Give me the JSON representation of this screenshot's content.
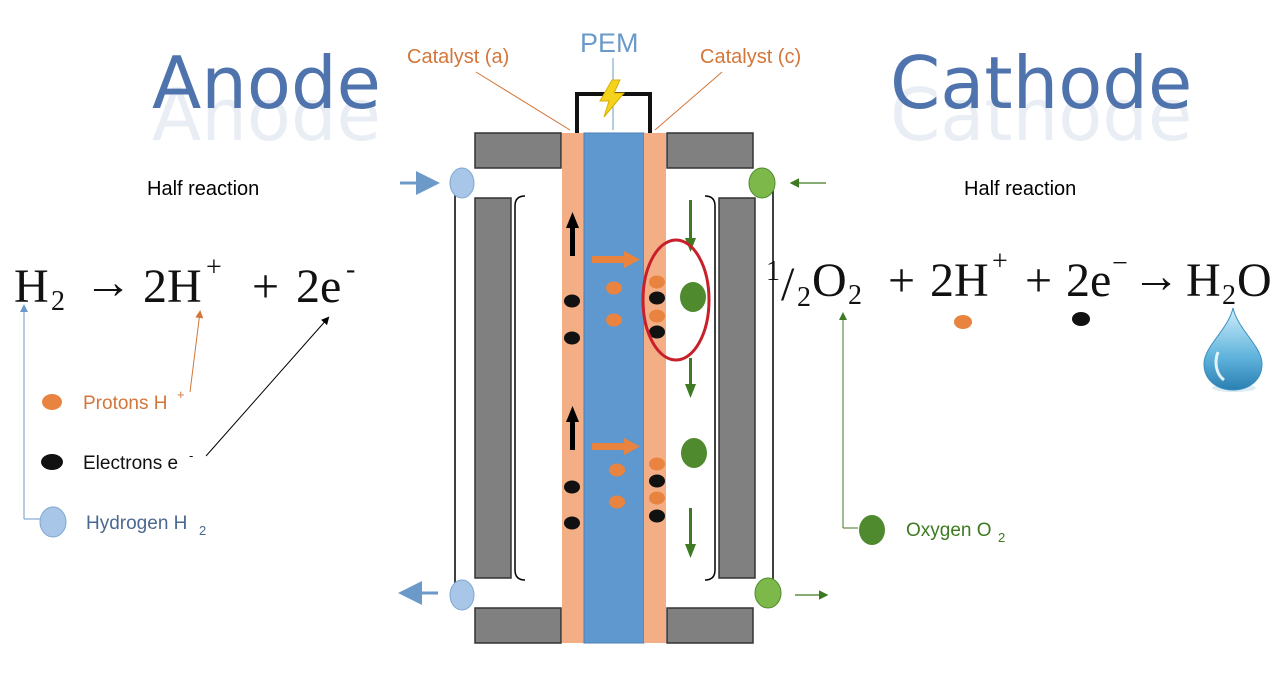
{
  "titles": {
    "anode": "Anode",
    "cathode": "Cathode"
  },
  "labels": {
    "pem": "PEM",
    "catalyst_a": "Catalyst (a)",
    "catalyst_c": "Catalyst (c)",
    "half_reaction_left": "Half reaction",
    "half_reaction_right": "Half reaction"
  },
  "anode_equation": {
    "h": "H",
    "h_sub": "2",
    "arrow": "→",
    "coef_h": "2H",
    "h_sup": "+",
    "plus": "+",
    "coef_e": "2e",
    "e_sup": "-"
  },
  "cathode_equation": {
    "frac_num": "1",
    "frac_slash": "/",
    "frac_den": "2",
    "o": "O",
    "o_sub": "2",
    "plus1": "+",
    "coef_h": "2H",
    "h_sup": "+",
    "plus2": "+",
    "coef_e": "2e",
    "e_sup": "−",
    "arrow": "→",
    "h2o_h": "H",
    "h2o_sub": "2",
    "h2o_o": "O"
  },
  "legend": {
    "protons": "Protons H",
    "protons_sup": "+",
    "electrons": "Electrons e",
    "electrons_sup": "-",
    "hydrogen": "Hydrogen H",
    "hydrogen_sub": "2",
    "oxygen": "Oxygen O",
    "oxygen_sub": "2"
  },
  "icons": {
    "spark": "lightning-bolt-icon",
    "water": "water-drop-icon"
  },
  "colors": {
    "proton": "#e8843f",
    "electron": "#111111",
    "hydrogen": "#a8c6e8",
    "oxygen": "#4f8a2e",
    "oxygen_light": "#7cb94a",
    "membrane": "#5f97cf",
    "catalyst": "#f4ae86",
    "plate": "#808080",
    "highlight": "#c8202a",
    "title": "#4f74ad"
  }
}
